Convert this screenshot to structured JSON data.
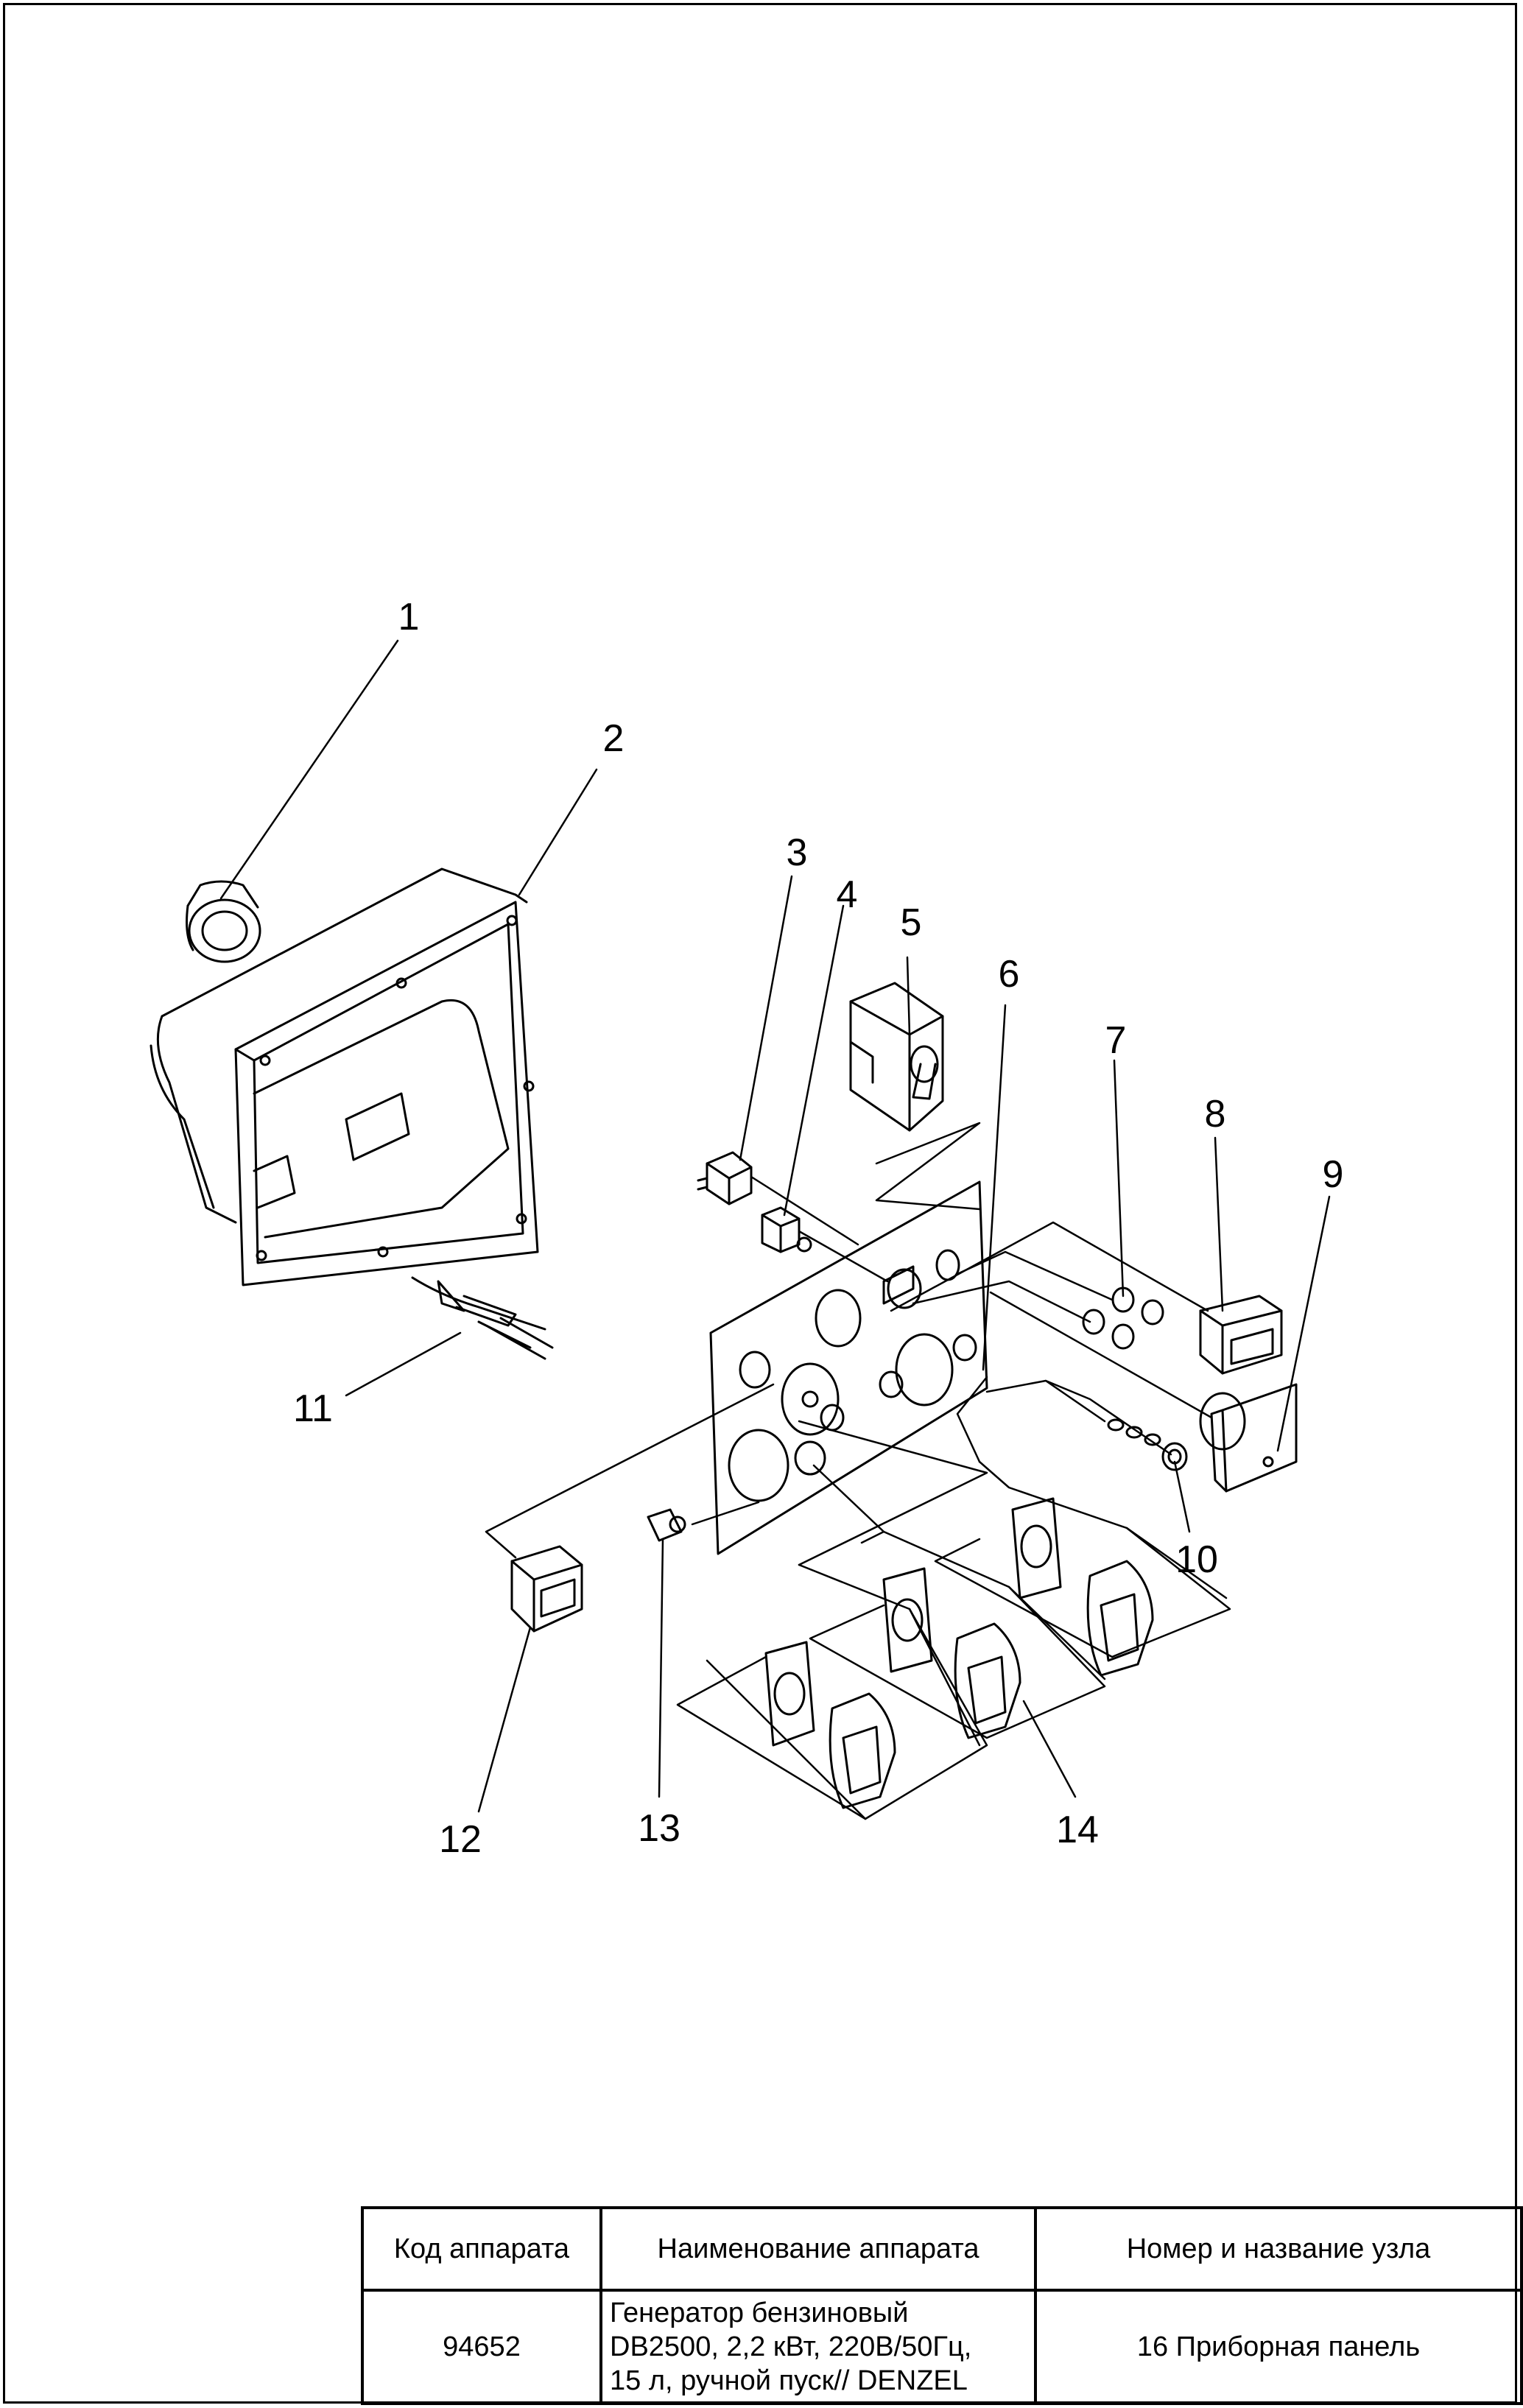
{
  "callouts": [
    "1",
    "2",
    "3",
    "4",
    "5",
    "6",
    "7",
    "8",
    "9",
    "10",
    "11",
    "12",
    "13",
    "14"
  ],
  "title_block": {
    "headers": [
      "Код аппарата",
      "Наименование аппарата",
      "Номер и название узла"
    ],
    "code": "94652",
    "name_lines": [
      "Генератор бензиновый",
      "DB2500, 2,2 кВт, 220В/50Гц,",
      "15 л, ручной пуск// DENZEL"
    ],
    "assembly": "16 Приборная панель"
  }
}
